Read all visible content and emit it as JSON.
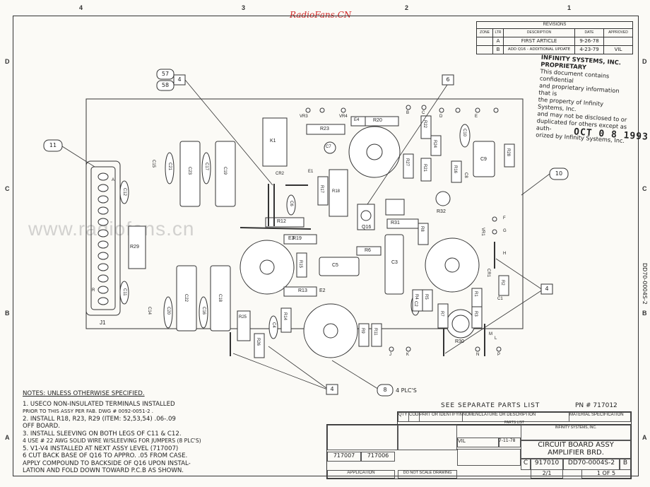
{
  "watermark": "RadioFans.CN",
  "watermark_faded": "www.radiofans.cn",
  "zones": {
    "top": [
      "4",
      "3",
      "2",
      "1"
    ],
    "left": [
      "D",
      "C",
      "B",
      "A"
    ],
    "right": [
      "D",
      "C",
      "B",
      "A"
    ]
  },
  "revisions": {
    "title": "REVISIONS",
    "headers": [
      "ZONE",
      "LTR",
      "DESCRIPTION",
      "DATE",
      "APPROVED"
    ],
    "rows": [
      {
        "ltr": "A",
        "description": "FIRST ARTICLE",
        "date": "9-26-78",
        "approved": ""
      },
      {
        "ltr": "B",
        "description": "ADD Q16 - ADDITIONAL UPDATE",
        "date": "4-23-79",
        "approved": "VIL"
      }
    ]
  },
  "proprietary": {
    "title": "INFINITY SYSTEMS, INC. PROPRIETARY",
    "lines": [
      "This document contains confidential",
      "and proprietary information that is",
      "the property of Infinity Systems, Inc.",
      "and may not be disclosed to or",
      "duplicated for others except as auth-",
      "orized by Infinity Systems, Inc."
    ]
  },
  "stamp": "OCT 0 8 1993",
  "balloons": {
    "57": "57",
    "58": "58",
    "q4a": "4",
    "q6": "6",
    "q11": "11",
    "q10": "10",
    "q4b": "4",
    "q4c": "4",
    "q8": "8",
    "q8_note": "4 PLC'S"
  },
  "board": {
    "connector": "J1",
    "resistors": [
      "R23",
      "R20",
      "R22",
      "R24",
      "R21",
      "R28",
      "R27",
      "R16",
      "R17",
      "R18",
      "R12",
      "R19",
      "R29",
      "R15",
      "R13",
      "R6",
      "R31",
      "R32",
      "R26",
      "R25",
      "R14",
      "R9",
      "R11",
      "R4",
      "R5",
      "R7",
      "R3",
      "R1",
      "R2",
      "R30",
      "R8"
    ],
    "capacitors": [
      "C7",
      "C10",
      "C9",
      "C8",
      "C15",
      "C21",
      "C23",
      "C17",
      "C19",
      "C12",
      "C18",
      "C11",
      "C14",
      "C20",
      "C22",
      "C16",
      "C5",
      "C3",
      "C4",
      "C2",
      "C1",
      "C6"
    ],
    "other": [
      "K1",
      "VR3",
      "VR4",
      "E4",
      "E1",
      "E2",
      "E3",
      "Q16",
      "VR1",
      "CR1",
      "CR2",
      "D"
    ],
    "terminals": [
      "A",
      "B",
      "C",
      "D",
      "E",
      "F",
      "G",
      "H",
      "J",
      "K",
      "L",
      "M",
      "N",
      "P",
      "R"
    ]
  },
  "notes": {
    "title": "NOTES: UNLESS OTHERWISE SPECIFIED.",
    "items": [
      "1. USECO NON-INSULATED TERMINALS INSTALLED",
      "    PRIOR TO THIS ASSY PER FAB. DWG # 0092-0051-2 .",
      "2. INSTALL R18, R23, R29 (ITEM: 52,53,54) .06-.09",
      "    OFF BOARD.",
      "3. INSTALL SLEEVING ON BOTH LEGS OF C11 & C12.",
      "4  USE # 22 AWG SOLID WIRE W/SLEEVING FOR JUMPERS (8 PLC'S)",
      "5. V1-V4 INSTALLED AT NEXT ASSY LEVEL (717007)",
      "6  CUT BACK BASE OF Q16 TO APPRO. .05 FROM CASE.",
      "    APPLY COMPOUND TO BACKSIDE OF Q16 UPON INSTAL-",
      "    LATION AND FOLD DOWN TOWARD P.C.B AS SHOWN."
    ]
  },
  "parts_list": {
    "see": "SEE  SEPARATE  PARTS  LIST",
    "pn": "PN # 717012",
    "header": "PARTS LIST",
    "cols": [
      "QTY REQD",
      "CODE IDENT",
      "PART OR IDENTIFYING NO.",
      "NOMENCLATURE OR DESCRIPTION",
      "MATERIAL SPECIFICATION"
    ]
  },
  "title_block": {
    "title1": "CIRCUIT BOARD ASSY",
    "title2": "AMPLIFIER BRD.",
    "size": "C",
    "fscm": "917010",
    "dwg_no": "DD70-0004S-2",
    "rev": "B",
    "scale": "2/1",
    "sheet": "1 OF 5",
    "next_assy": "717007",
    "used_on": "717006",
    "application": "APPLICATION",
    "do_not_scale": "DO NOT SCALE DRAWING",
    "drawn": "VIL",
    "drawn_date": "7-11-78",
    "checked": "",
    "company": "INFINITY SYSTEMS, INC."
  },
  "side_label": "DD70-0004S-2"
}
